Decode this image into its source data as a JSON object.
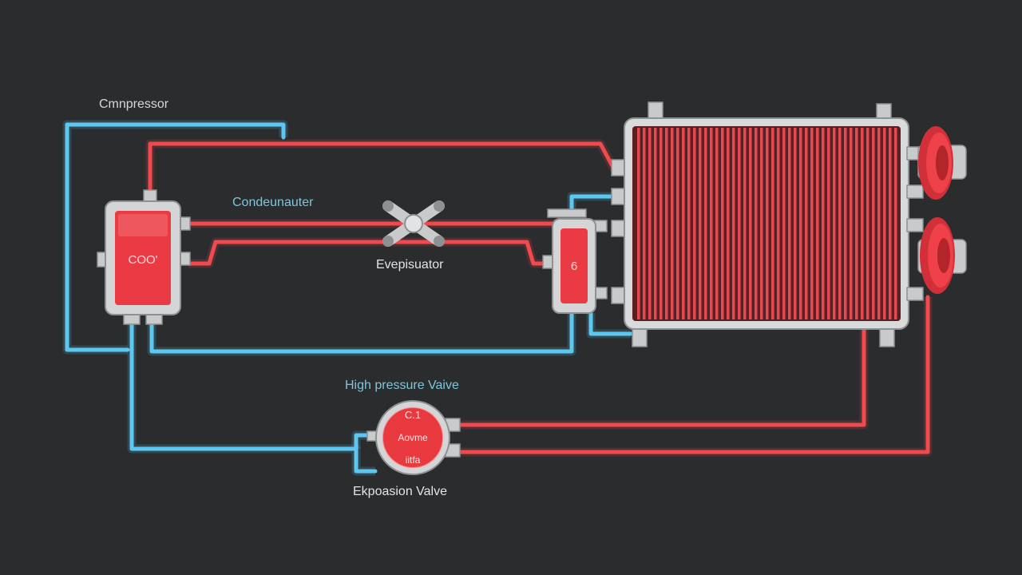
{
  "labels": {
    "compressor": "Cmnpressor",
    "condenser": "Condeunauter",
    "evaporator": "Evepisuator",
    "high_pressure_valve": "High pressure Vaive",
    "expansion_valve": "Ekpoasion Valve"
  },
  "components": {
    "left_box_text": "COO'",
    "small_box_text": "6",
    "gauge_line1": "C.1",
    "gauge_line2": "Aovme",
    "gauge_line3": "iitfa"
  },
  "colors": {
    "background": "#2a2c2d",
    "cold_line": "#5cc8f2",
    "hot_line": "#f0494e",
    "label_light": "#d8d8d8",
    "label_cyan": "#7fc6dc",
    "metal": "#c9cacb"
  }
}
